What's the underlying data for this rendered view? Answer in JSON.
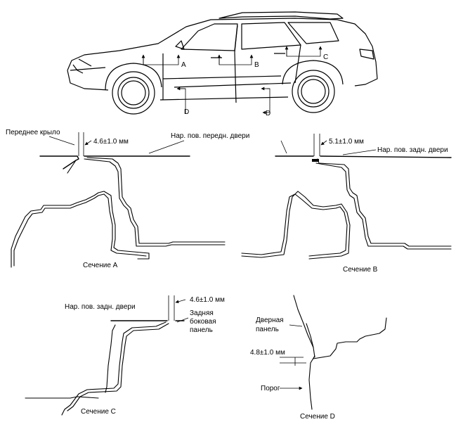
{
  "car_view": {
    "markers": {
      "a": "A",
      "b": "B",
      "c": "C",
      "d1": "D",
      "d2": "D"
    }
  },
  "section_a": {
    "left_label": "Переднее крыло",
    "gap": "4.6±1.0 мм",
    "door_label": "Нар. пов. передн. двери",
    "caption": "Сечение A"
  },
  "section_b": {
    "gap": "5.1±1.0 мм",
    "door_label": "Нар. пов. задн. двери",
    "caption": "Сечение B"
  },
  "section_c": {
    "door_label": "Нар. пов. задн. двери",
    "gap": "4.6±1.0 мм",
    "panel_label_1": "Задняя",
    "panel_label_2": "боковая",
    "panel_label_3": "панель",
    "caption": "Сечение C"
  },
  "section_d": {
    "door_label_1": "Дверная",
    "door_label_2": "панель",
    "gap": "4.8±1.0 мм",
    "sill_label": "Порог",
    "caption": "Сечение D"
  }
}
